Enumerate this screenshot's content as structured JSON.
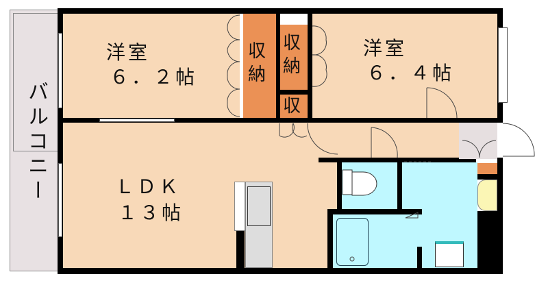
{
  "floorplan": {
    "balcony": {
      "label": "バルコニー"
    },
    "rooms": [
      {
        "id": "western-room-1",
        "name": "洋室",
        "size": "6.2帖",
        "size_display": "６．２帖"
      },
      {
        "id": "western-room-2",
        "name": "洋室",
        "size": "6.4帖",
        "size_display": "６．４帖"
      },
      {
        "id": "ldk",
        "name": "ＬＤＫ",
        "size": "13帖",
        "size_display": "１３帖"
      }
    ],
    "storage": [
      {
        "id": "closet-1",
        "label": "収納"
      },
      {
        "id": "closet-2",
        "label": "収納"
      },
      {
        "id": "closet-3",
        "label": "収"
      }
    ],
    "colors": {
      "room": "#f8d9b8",
      "storage": "#eb9155",
      "wet_area": "#bff8ff",
      "entrance": "#e6dfe0",
      "balcony": "#e8e1e3",
      "wall": "#000000",
      "sink": "#fbf6b5"
    }
  }
}
